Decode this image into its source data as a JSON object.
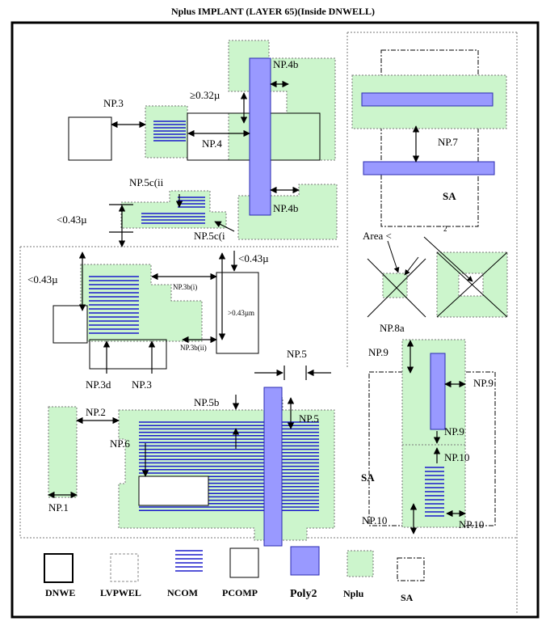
{
  "title": "Nplus IMPLANT (LAYER 65)(Inside DNWELL)",
  "colors": {
    "nplus_fill": "#ccf5cc",
    "poly2_fill": "#9999ff",
    "poly2_stroke": "#2a2ab0",
    "ncom_line": "#1a1acc",
    "frame": "#000000"
  },
  "labels": {
    "np4b_top": "NP.4b",
    "spacing_032": "≥0.32µ",
    "np3_top": "NP.3",
    "np4": "NP.4",
    "np5c_ii": "NP.5c(ii",
    "np4b_bottom": "NP.4b",
    "lt043_left": "<0.43µ",
    "np5c_i": "NP.5c(i",
    "lt043_mid": "<0.43µ",
    "lt043_upper": "<0.43µ",
    "np3b_i": "NP.3b(i)",
    "gt043": ">0.43µm",
    "np3b_ii": "NP.3b(ii)",
    "np3d": "NP.3d",
    "np3_bottom": "NP.3",
    "np7": "NP.7",
    "sa_top": "SA",
    "area_lt": "Area <",
    "area_sup": "2",
    "np8a": "NP.8a",
    "np9_left": "NP.9",
    "np9_right": "NP.9",
    "np9_mid": "NP.9",
    "np10_upper": "NP.10",
    "sa_mid": "SA",
    "np10_left": "NP.10",
    "np10_right": "NP.10",
    "np5_top": "NP.5",
    "np5_right": "NP.5",
    "np5b": "NP.5b",
    "np2": "NP.2",
    "np6": "NP.6",
    "np1": "NP.1"
  },
  "legend": [
    {
      "key": "dnwe",
      "label": "DNWE"
    },
    {
      "key": "lvpwel",
      "label": "LVPWEL"
    },
    {
      "key": "ncom",
      "label": "NCOM"
    },
    {
      "key": "pcomp",
      "label": "PCOMP"
    },
    {
      "key": "poly2",
      "label": "Poly2"
    },
    {
      "key": "nplu",
      "label": "Nplu"
    },
    {
      "key": "sa",
      "label": "SA"
    }
  ]
}
